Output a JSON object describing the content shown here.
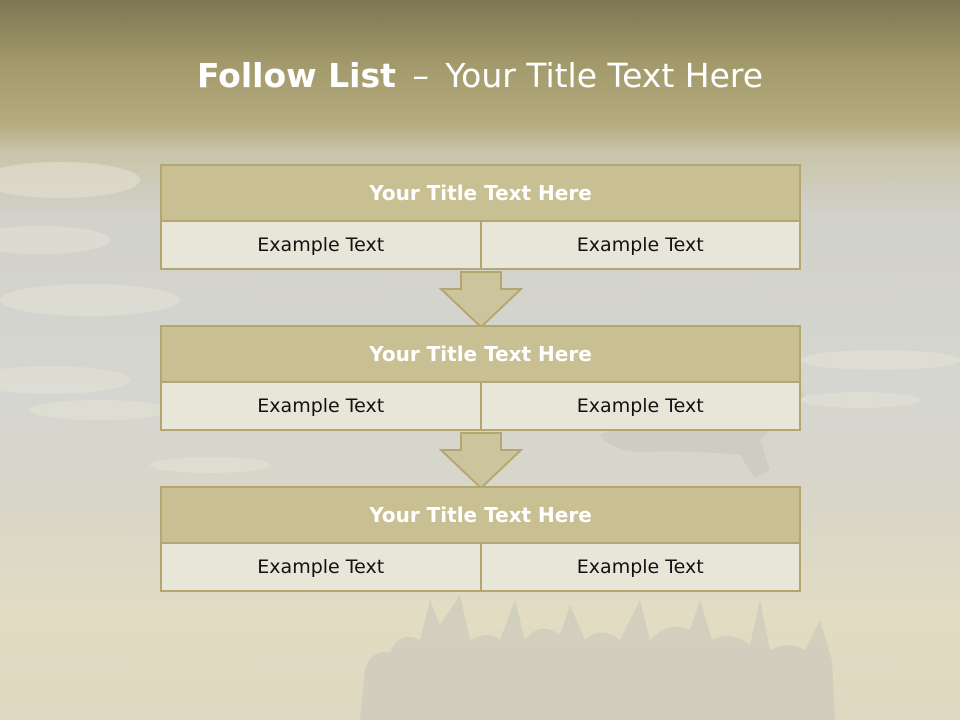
{
  "slide": {
    "title_bold": "Follow List",
    "title_separator": "–",
    "title_rest": "Your Title Text Here"
  },
  "steps": [
    {
      "header": "Your Title Text Here",
      "left": "Example Text",
      "right": "Example Text"
    },
    {
      "header": "Your Title Text Here",
      "left": "Example Text",
      "right": "Example Text"
    },
    {
      "header": "Your Title Text Here",
      "left": "Example Text",
      "right": "Example Text"
    }
  ],
  "colors": {
    "header_fill": "#c8bf93",
    "border": "#b3a671",
    "cell_fill": "#e8e5d9",
    "arrow_fill": "#cbc49d"
  },
  "icons": [
    "down-arrow-icon",
    "down-arrow-icon"
  ]
}
